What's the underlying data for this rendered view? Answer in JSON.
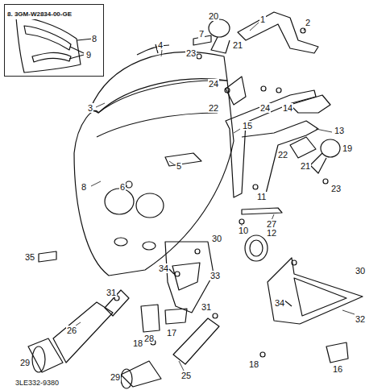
{
  "diagram": {
    "nodes": [
      {
        "text": [
          "8. 3GM-W2834-00-GE"
        ]
      }
    ],
    "labels": [
      "8",
      "9",
      "4",
      "7",
      "3",
      "5",
      "6",
      "8",
      "35",
      "20",
      "23",
      "21",
      "1",
      "2",
      "24",
      "22",
      "24",
      "14",
      "15",
      "13",
      "22",
      "21",
      "19",
      "23",
      "11",
      "10",
      "12",
      "30",
      "34",
      "33",
      "27",
      "31",
      "26",
      "28",
      "17",
      "18",
      "31",
      "29",
      "25",
      "29",
      "30",
      "34",
      "32",
      "16",
      "18",
      "3LE332-9380"
    ]
  }
}
